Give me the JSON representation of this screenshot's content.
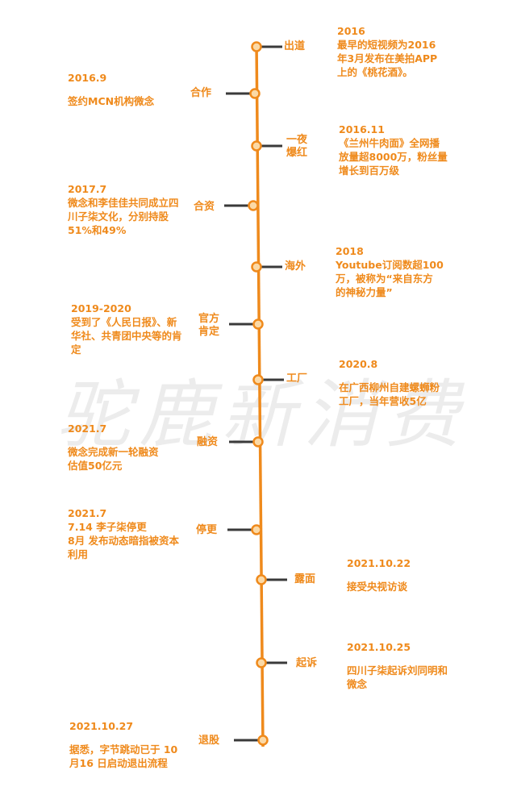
{
  "watermark": "驼鹿新消费",
  "colors": {
    "accent": "#ef8a1c",
    "connector": "#3a3a3a",
    "node_fill": "#fbd9a6"
  },
  "events": [
    {
      "label": "出道",
      "side": "right",
      "date": "2016",
      "lines": [
        "最早的短视频为2016",
        "年3月发布在美拍APP",
        "上的《桃花酒》。"
      ]
    },
    {
      "label": "合作",
      "side": "left",
      "date": "2016.9",
      "lines": [
        "签约MCN机构微念"
      ]
    },
    {
      "label": "一夜爆红",
      "side": "right",
      "date": "2016.11",
      "lines": [
        "《兰州牛肉面》全网播",
        "放量超8000万，粉丝量",
        "增长到百万级"
      ]
    },
    {
      "label": "合资",
      "side": "left",
      "date": "2017.7",
      "lines": [
        "微念和李佳佳共同成立四",
        "川子柒文化，分别持股",
        "51%和49%"
      ]
    },
    {
      "label": "海外",
      "side": "right",
      "date": "2018",
      "lines": [
        "Youtube订阅数超100",
        "万，被称为“来自东方",
        "的神秘力量”"
      ]
    },
    {
      "label": "官方肯定",
      "side": "left",
      "date": "2019-2020",
      "lines": [
        "受到了《人民日报》、新",
        "华社、共青团中央等的肯",
        "定"
      ]
    },
    {
      "label": "工厂",
      "side": "right",
      "date": "2020.8",
      "lines": [
        "在广西柳州自建螺蛳粉",
        "工厂，当年营收5亿"
      ]
    },
    {
      "label": "融资",
      "side": "left",
      "date": "2021.7",
      "lines": [
        "微念完成新一轮融资",
        "估值50亿元"
      ]
    },
    {
      "label": "停更",
      "side": "left",
      "date": "2021.7",
      "lines": [
        "7.14 李子柒停更",
        "8月 发布动态暗指被资本",
        "利用"
      ]
    },
    {
      "label": "露面",
      "side": "right",
      "date": "2021.10.22",
      "lines": [
        "接受央视访谈"
      ]
    },
    {
      "label": "起诉",
      "side": "right",
      "date": "2021.10.25",
      "lines": [
        "四川子柒起诉刘同明和",
        "微念"
      ]
    },
    {
      "label": "退股",
      "side": "left",
      "date": "2021.10.27",
      "lines": [
        "据悉，字节跳动已于 10",
        "月16 日启动退出流程"
      ]
    }
  ]
}
